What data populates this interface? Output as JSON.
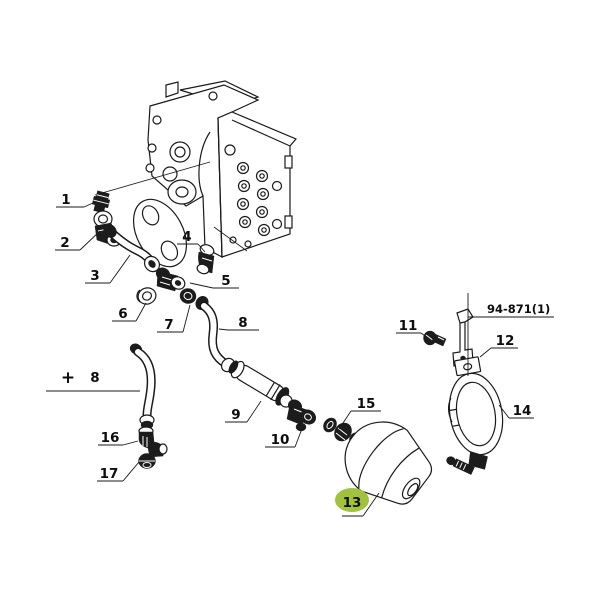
{
  "diagram": {
    "type": "exploded-parts-diagram",
    "ref_code": "94-871(1)",
    "plus_marker": "+",
    "highlighted_callout": "13",
    "colors": {
      "highlight": "#a2c13d",
      "line": "#1a1a1a",
      "background": "#ffffff",
      "label_text": "#0d0d0d"
    },
    "callouts": {
      "c1": "1",
      "c2": "2",
      "c3": "3",
      "c4": "4",
      "c5": "5",
      "c6": "6",
      "c7": "7",
      "c8a": "8",
      "c8b": "8",
      "c9": "9",
      "c10": "10",
      "c11": "11",
      "c12": "12",
      "c13": "13",
      "c14": "14",
      "c15": "15",
      "c16": "16",
      "c17": "17"
    }
  }
}
